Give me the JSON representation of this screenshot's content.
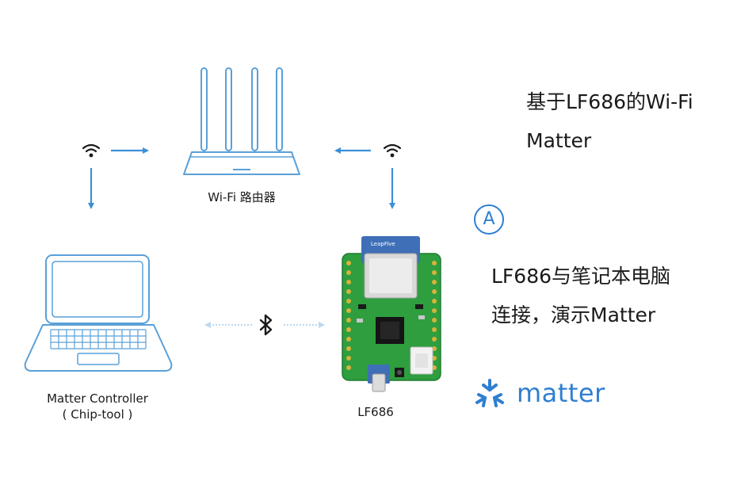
{
  "diagram": {
    "router_label": "Wi-Fi 路由器",
    "laptop_label_line1": "Matter Controller",
    "laptop_label_line2": "( Chip-tool )",
    "board_label": "LF686",
    "board_brand": "LeapFive",
    "bluetooth_icon": "bluetooth-icon",
    "wifi_icon": "wifi-icon"
  },
  "side_panel": {
    "title_line1": "基于LF686的Wi-Fi",
    "title_line2": "Matter",
    "step_marker": "A",
    "desc_line1": "LF686与笔记本电脑",
    "desc_line2": "连接，演示Matter",
    "logo_text": "matter"
  },
  "colors": {
    "line_blue": "#3d8fd6",
    "accent_blue": "#2f7fd1",
    "pcb_green": "#2e9e3f",
    "module_blue": "#3f6fb6",
    "device_outline": "#5aa0d8"
  }
}
